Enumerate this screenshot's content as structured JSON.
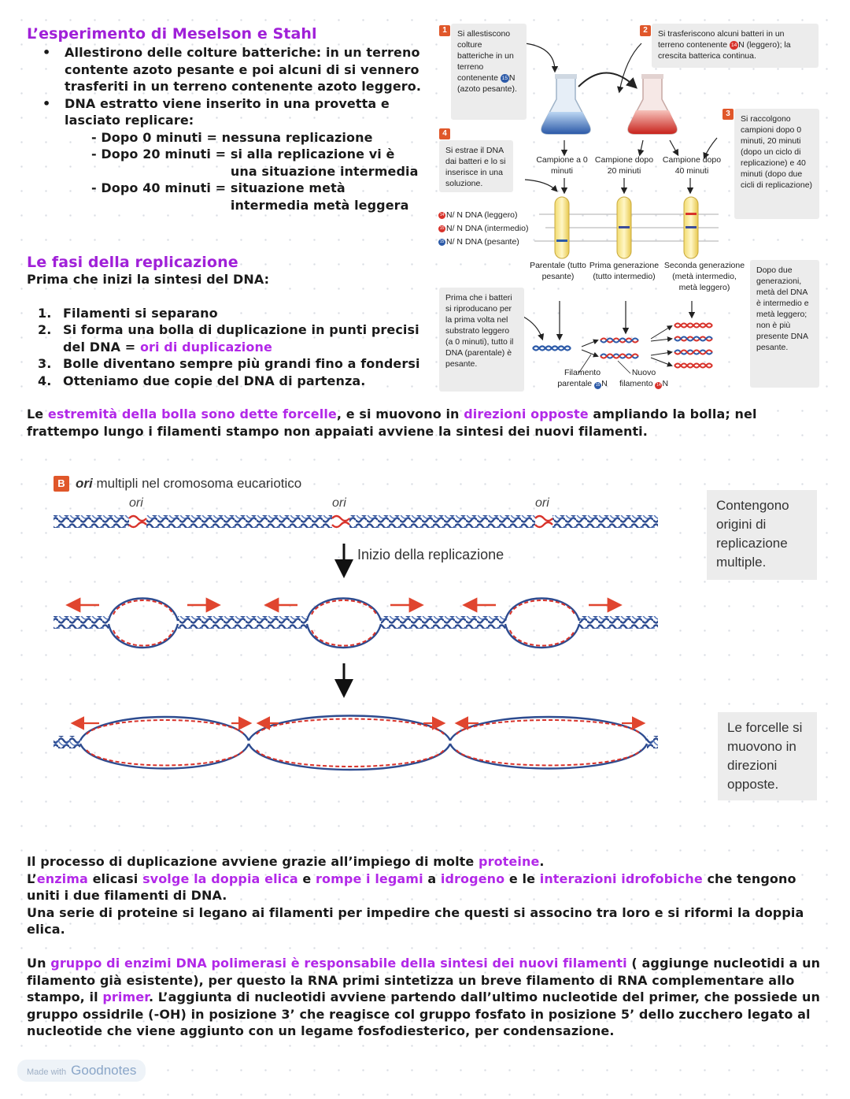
{
  "section1": {
    "title": "L’esperimento di Meselson e Stahl",
    "bullet1": "Allestirono delle colture batteriche: in un terreno contente azoto pesante e poi alcuni di si vennero trasferiti in un terreno contenente azoto leggero.",
    "bullet2": "DNA estratto viene inserito in una provetta e lasciato replicare:",
    "sub1_left": "- Dopo 0 minuti = ",
    "sub1_right": "nessuna replicazione",
    "sub2_left": "- Dopo 20 minuti = ",
    "sub2_right": "si alla replicazione vi è una situazione intermedia",
    "sub3_left": "- Dopo 40 minuti = ",
    "sub3_right": "situazione metà intermedia metà leggera"
  },
  "section2": {
    "title": "Le fasi della replicazione",
    "intro": "Prima che inizi la sintesi del DNA:",
    "steps": [
      {
        "num": "1.",
        "text": "Filamenti si separano"
      },
      {
        "num": "2.",
        "text_a": "Si forma una bolla di duplicazione in punti precisi del DNA = ",
        "text_hl": "ori di duplicazione"
      },
      {
        "num": "3.",
        "text": "Bolle diventano sempre più grandi fino a fondersi"
      },
      {
        "num": "4.",
        "text": "Otteniamo due copie del DNA di partenza."
      }
    ],
    "forks_a": "Le ",
    "forks_hl1": "estremità della bolla sono dette forcelle",
    "forks_b": ", e si muovono in ",
    "forks_hl2": "direzioni opposte",
    "forks_c": " ampliando la bolla; nel frattempo lungo i filamenti stampo non appaiati avviene la sintesi dei nuovi filamenti."
  },
  "experiment_figure": {
    "step1": {
      "num": "1",
      "text_a": "Si allestiscono colture batteriche in un terreno contenente ",
      "isotope": "15",
      "text_b": "N (azoto pesante)."
    },
    "step2": {
      "num": "2",
      "text_a": "Si trasferiscono alcuni batteri in un terreno contenente ",
      "isotope": "14",
      "text_b": "N (leggero); la crescita batterica continua."
    },
    "step3": {
      "num": "3",
      "text": "Si raccolgono campioni dopo 0 minuti, 20 minuti (dopo un ciclo di replicazione) e 40 minuti (dopo due cicli di replicazione)"
    },
    "step4": {
      "num": "4",
      "text": "Si estrae il DNA dai batteri e lo si inserisce in una soluzione."
    },
    "samples": [
      "Campione a 0 minuti",
      "Campione dopo 20 minuti",
      "Campione dopo 40 minuti"
    ],
    "bands": [
      {
        "iso_a": "14",
        "iso_b": "14",
        "label": "N/ N DNA (leggero)"
      },
      {
        "iso_a": "15",
        "iso_b": "14",
        "label": "N/ N DNA (intermedio)"
      },
      {
        "iso_a": "15",
        "iso_b": "15",
        "label": "N/ N DNA (pesante)"
      }
    ],
    "tubes": [
      "Parentale (tutto pesante)",
      "Prima generazione (tutto intermedio)",
      "Seconda generazione (metà intermedio, metà leggero)"
    ],
    "note_left": "Prima che i batteri si riproducano per la prima volta nel substrato leggero (a 0 minuti), tutto il DNA (parentale) è pesante.",
    "note_right": "Dopo due generazioni, metà del DNA è intermedio e metà leggero; non è più presente DNA pesante.",
    "strand_parent": "Filamento parentale",
    "strand_parent_iso": "15",
    "strand_new": "Nuovo filamento",
    "strand_new_iso": "14"
  },
  "ori_figure": {
    "badge": "B",
    "title_em": "ori",
    "title_rest": " multipli nel cromosoma eucariotico",
    "ori_labels": [
      "ori",
      "ori",
      "ori"
    ],
    "arrow_label": "Inizio della replicazione",
    "box1": "Contengono origini di replicazione multiple.",
    "box2": "Le forcelle si muovono in direzioni opposte."
  },
  "section3": {
    "p1_a": "Il processo di duplicazione avviene grazie all’impiego di molte ",
    "p1_hl": "proteine",
    "p1_b": ".",
    "p2_a": "L’",
    "p2_hl1": "enzima",
    "p2_b": " elicasi ",
    "p2_hl2": "svolge la doppia elica",
    "p2_c": " e ",
    "p2_hl3": "rompe i legami",
    "p2_d": " a ",
    "p2_hl4": "idrogeno",
    "p2_e": " e le ",
    "p2_hl5": "interazioni idrofobiche",
    "p2_f": " che tengono uniti i due filamenti di DNA.",
    "p3": "Una serie di proteine si legano ai filamenti per impedire che questi si associno tra loro e si riformi la doppia elica.",
    "p4_a": "Un ",
    "p4_hl1": "gruppo di enzimi DNA polimerasi è responsabile della sintesi dei nuovi filamenti",
    "p4_b": " ( aggiunge nucleotidi a un filamento già esistente), per questo la RNA primi sintetizza un breve filamento di RNA complementare allo stampo, il ",
    "p4_hl2": "primer",
    "p4_c": ". L’aggiunta di nucleotidi avviene partendo dall’ultimo nucleotide del primer, che possiede un gruppo ossidrile (-OH) in posizione 3’ che reagisce col gruppo fosfato in posizione 5’ dello zucchero legato al nucleotide che viene aggiunto con un legame fosfodiesterico, per condensazione."
  },
  "footer": {
    "made_with": "Made with",
    "brand": "Goodnotes"
  },
  "colors": {
    "highlight": "#b228e8",
    "heavy_blue": "#2c5aa8",
    "light_red": "#d8322a",
    "step_badge": "#e0572a"
  }
}
